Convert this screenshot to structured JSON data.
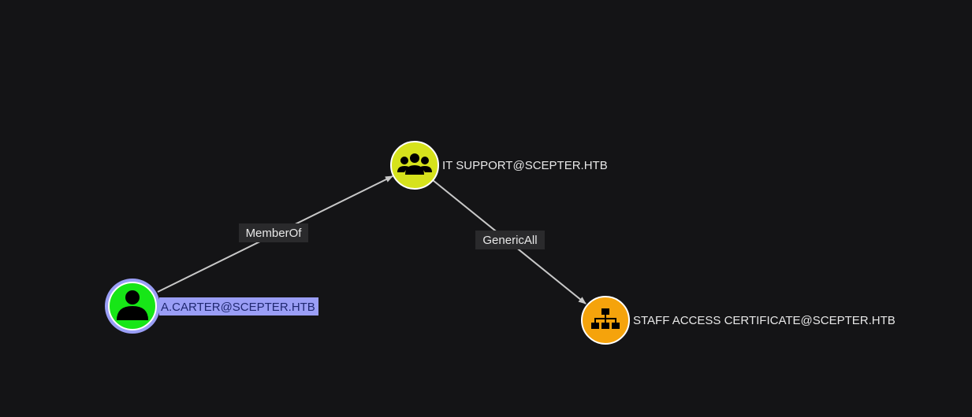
{
  "graph": {
    "nodes": [
      {
        "id": "acarter",
        "label": "A.CARTER@SCEPTER.HTB",
        "type": "user",
        "color": "#17e617",
        "selected": true,
        "icon": "user-icon"
      },
      {
        "id": "itsupport",
        "label": "IT SUPPORT@SCEPTER.HTB",
        "type": "group",
        "color": "#d6e21c",
        "selected": false,
        "icon": "group-icon"
      },
      {
        "id": "staffcert",
        "label": "STAFF ACCESS CERTIFICATE@SCEPTER.HTB",
        "type": "ou",
        "color": "#f5a30c",
        "selected": false,
        "icon": "org-chart-icon"
      }
    ],
    "edges": [
      {
        "id": "memberof",
        "label": "MemberOf",
        "from": "acarter",
        "to": "itsupport"
      },
      {
        "id": "genericall",
        "label": "GenericAll",
        "from": "itsupport",
        "to": "staffcert"
      }
    ]
  },
  "colors": {
    "background": "#141416",
    "edge": "#c8c8c8",
    "selection_highlight": "#9a9ef6",
    "edge_label_bg": "#2a2a2c",
    "node_border": "#ffffff",
    "icon": "#000000"
  }
}
